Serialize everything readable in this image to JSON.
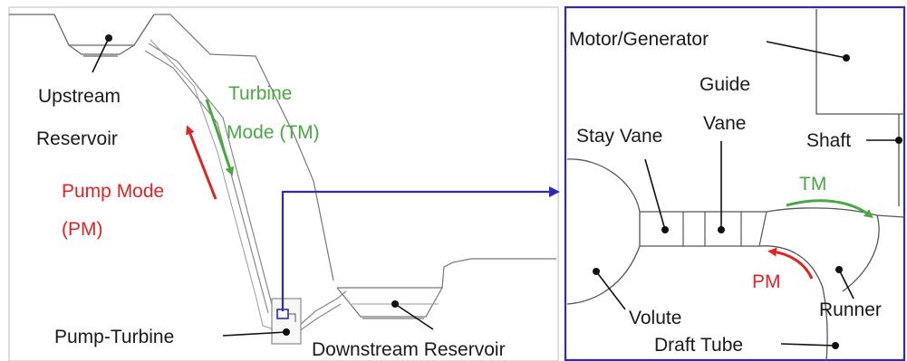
{
  "left_panel": {
    "labels": {
      "upstream_line1": "Upstream",
      "upstream_line2": "Reservoir",
      "turbine_line1": "Turbine",
      "turbine_line2": "Mode (TM)",
      "pump_line1": "Pump Mode",
      "pump_line2": "(PM)",
      "pump_turbine": "Pump-Turbine",
      "downstream": "Downstream Reservoir"
    }
  },
  "right_panel": {
    "labels": {
      "motor_generator": "Motor/Generator",
      "guide_vane_line1": "Guide",
      "guide_vane_line2": "Vane",
      "stay_vane": "Stay Vane",
      "shaft": "Shaft",
      "tm": "TM",
      "pm": "PM",
      "volute": "Volute",
      "runner": "Runner",
      "draft_tube": "Draft Tube"
    }
  },
  "colors": {
    "turbine_mode": "#4aa843",
    "pump_mode": "#e02424",
    "zoom_connector": "#2b2bb8",
    "structure_lines": "#555555"
  }
}
